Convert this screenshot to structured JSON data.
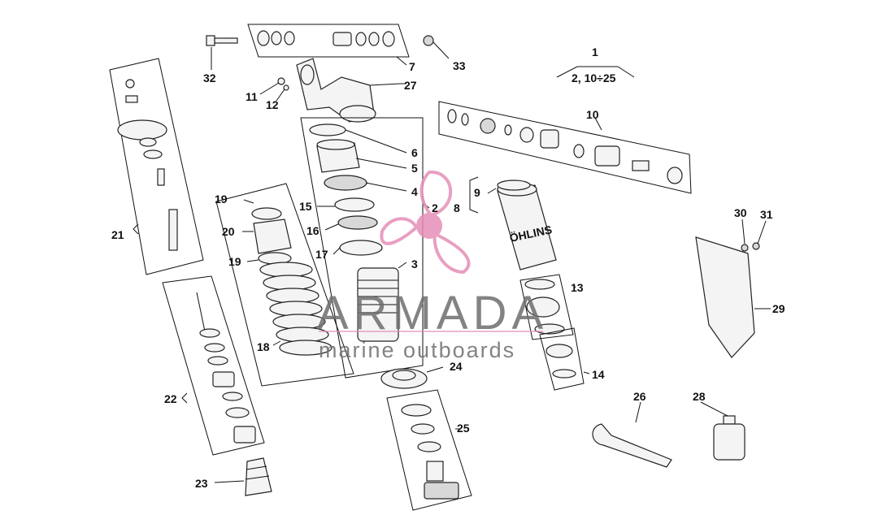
{
  "diagram": {
    "labels": [
      {
        "id": "1",
        "text": "1"
      },
      {
        "id": "1-sub",
        "text": "2, 10÷25"
      },
      {
        "id": "2",
        "text": "2"
      },
      {
        "id": "3",
        "text": "3"
      },
      {
        "id": "4",
        "text": "4"
      },
      {
        "id": "5",
        "text": "5"
      },
      {
        "id": "6",
        "text": "6"
      },
      {
        "id": "7",
        "text": "7"
      },
      {
        "id": "8",
        "text": "8"
      },
      {
        "id": "9",
        "text": "9"
      },
      {
        "id": "10",
        "text": "10"
      },
      {
        "id": "11",
        "text": "11"
      },
      {
        "id": "12",
        "text": "12"
      },
      {
        "id": "13",
        "text": "13"
      },
      {
        "id": "14",
        "text": "14"
      },
      {
        "id": "15",
        "text": "15"
      },
      {
        "id": "16",
        "text": "16"
      },
      {
        "id": "17",
        "text": "17"
      },
      {
        "id": "18",
        "text": "18"
      },
      {
        "id": "19a",
        "text": "19"
      },
      {
        "id": "19b",
        "text": "19"
      },
      {
        "id": "20",
        "text": "20"
      },
      {
        "id": "21",
        "text": "21"
      },
      {
        "id": "22",
        "text": "22"
      },
      {
        "id": "23",
        "text": "23"
      },
      {
        "id": "24",
        "text": "24"
      },
      {
        "id": "25",
        "text": "25"
      },
      {
        "id": "26",
        "text": "26"
      },
      {
        "id": "27",
        "text": "27"
      },
      {
        "id": "28",
        "text": "28"
      },
      {
        "id": "29",
        "text": "29"
      },
      {
        "id": "30",
        "text": "30"
      },
      {
        "id": "31",
        "text": "31"
      },
      {
        "id": "32",
        "text": "32"
      },
      {
        "id": "33",
        "text": "33"
      }
    ]
  },
  "watermark": {
    "brand": "ARMADA",
    "tagline": "marine outboards",
    "color": "#e58fb8"
  },
  "decals": {
    "reservoir_text": "ÖHLINS"
  }
}
